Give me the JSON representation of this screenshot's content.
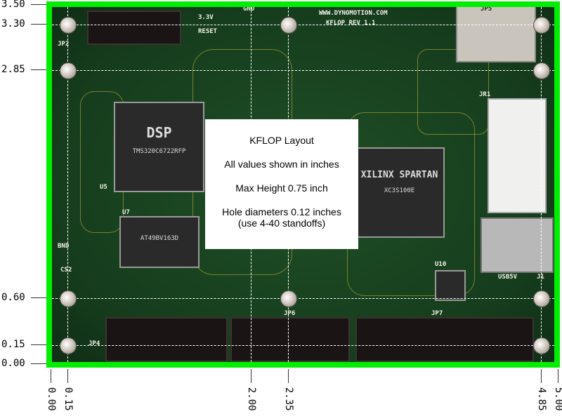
{
  "note": {
    "title": "KFLOP Layout",
    "units": "All values shown in inches",
    "max_height": "Max Height 0.75 inch",
    "hole_diameters": "Hole diameters 0.12 inches",
    "standoffs": "(use 4-40 standoffs)"
  },
  "y_axis_labels": [
    "3.50",
    "3.30",
    "2.85",
    "0.60",
    "0.15",
    "0.00"
  ],
  "x_axis_labels": [
    "0.00",
    "0.15",
    "2.00",
    "2.35",
    "4.85",
    "5.00"
  ],
  "board": {
    "url": "WWW.DYNOMOTION.COM",
    "rev": "KFLOP  REV  1.1",
    "silk": [
      "3.3V",
      "RESET",
      "GND",
      "JP2",
      "JP5",
      "JR1",
      "JP4",
      "JP6",
      "JP7",
      "BND",
      "CS2",
      "USB5V",
      "J1",
      "U5",
      "U7",
      "U10"
    ],
    "dsp_brand": "DSP",
    "dsp_part": "TMS320C6722RFP",
    "fpga_brand": "XILINX SPARTAN",
    "fpga_part": "XC3S100E",
    "flash_part": "AT49BV163D"
  },
  "colors": {
    "frame": "#00ee00",
    "pcb": "#1a4520"
  }
}
